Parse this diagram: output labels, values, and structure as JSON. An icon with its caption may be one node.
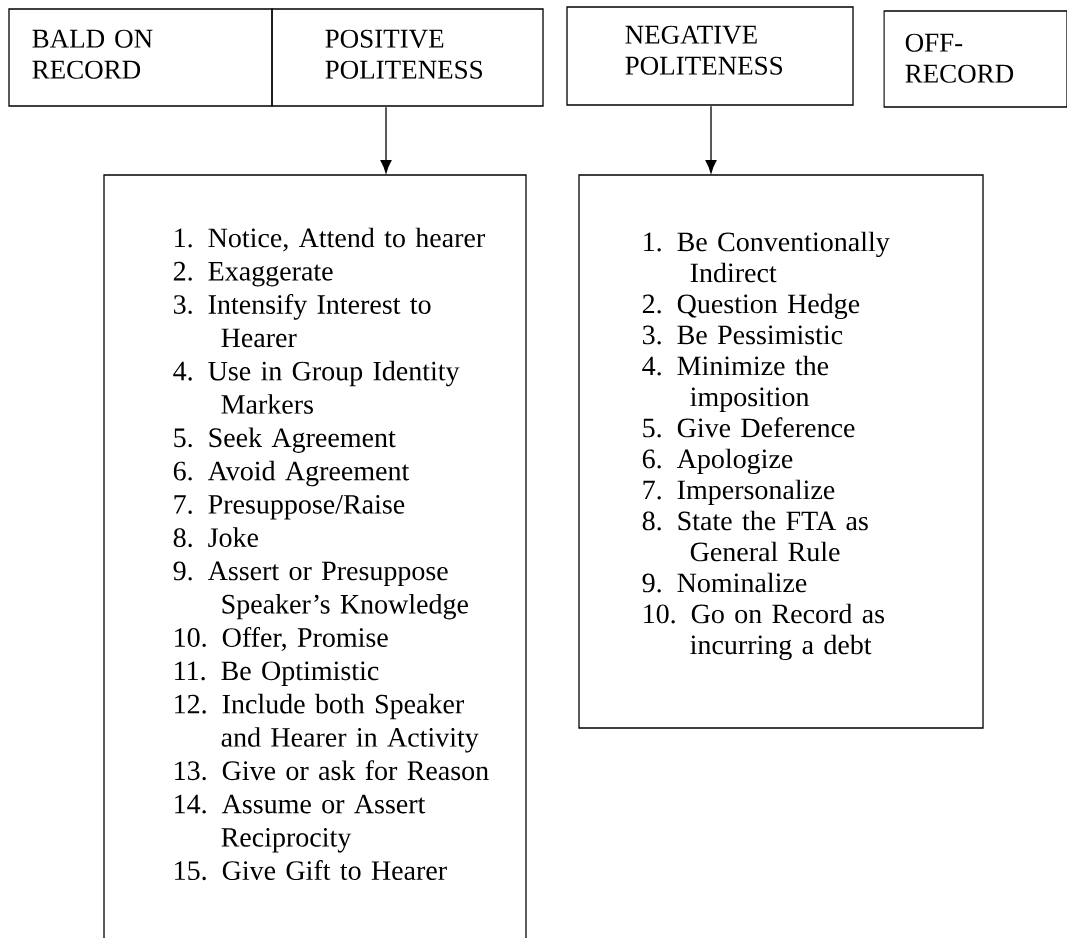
{
  "diagram": {
    "nodes": [
      {
        "text": [
          "BALD ON RECORD"
        ]
      },
      {
        "text": [
          "POSITIVE POLITENESS"
        ]
      },
      {
        "text": [
          "NEGATIVE POLITENESS"
        ]
      },
      {
        "text": [
          "OFF-RECORD"
        ]
      },
      {
        "text": [
          "1. Notice, Attend to hearer",
          "2. Exaggerate",
          "3. Intensify Interest to Hearer",
          "4. Use in Group Identity Markers",
          "5. Seek Agreement",
          "6. Avoid Agreement",
          "7. Presuppose/Raise",
          "8. Joke",
          "9. Assert or Presuppose Speaker’s Knowledge",
          "10. Offer, Promise",
          "11. Be Optimistic",
          "12. Include both Speaker and Hearer in Activity",
          "13. Give or ask for Reason",
          "14. Assume or Assert Reciprocity",
          "15. Give Gift to Hearer"
        ]
      },
      {
        "text": [
          "1. Be Conventionally Indirect",
          "2. Question Hedge",
          "3. Be Pessimistic",
          "4. Minimize the imposition",
          "5. Give Deference",
          "6. Apologize",
          "7. Impersonalize",
          "8. State the FTA as General Rule",
          "9. Nominalize",
          "10. Go on Record as incurring a debt"
        ]
      }
    ],
    "edges": [
      {
        "from": 1,
        "to": 4,
        "arrow": "to"
      },
      {
        "from": 2,
        "to": 5,
        "arrow": "to"
      }
    ]
  }
}
